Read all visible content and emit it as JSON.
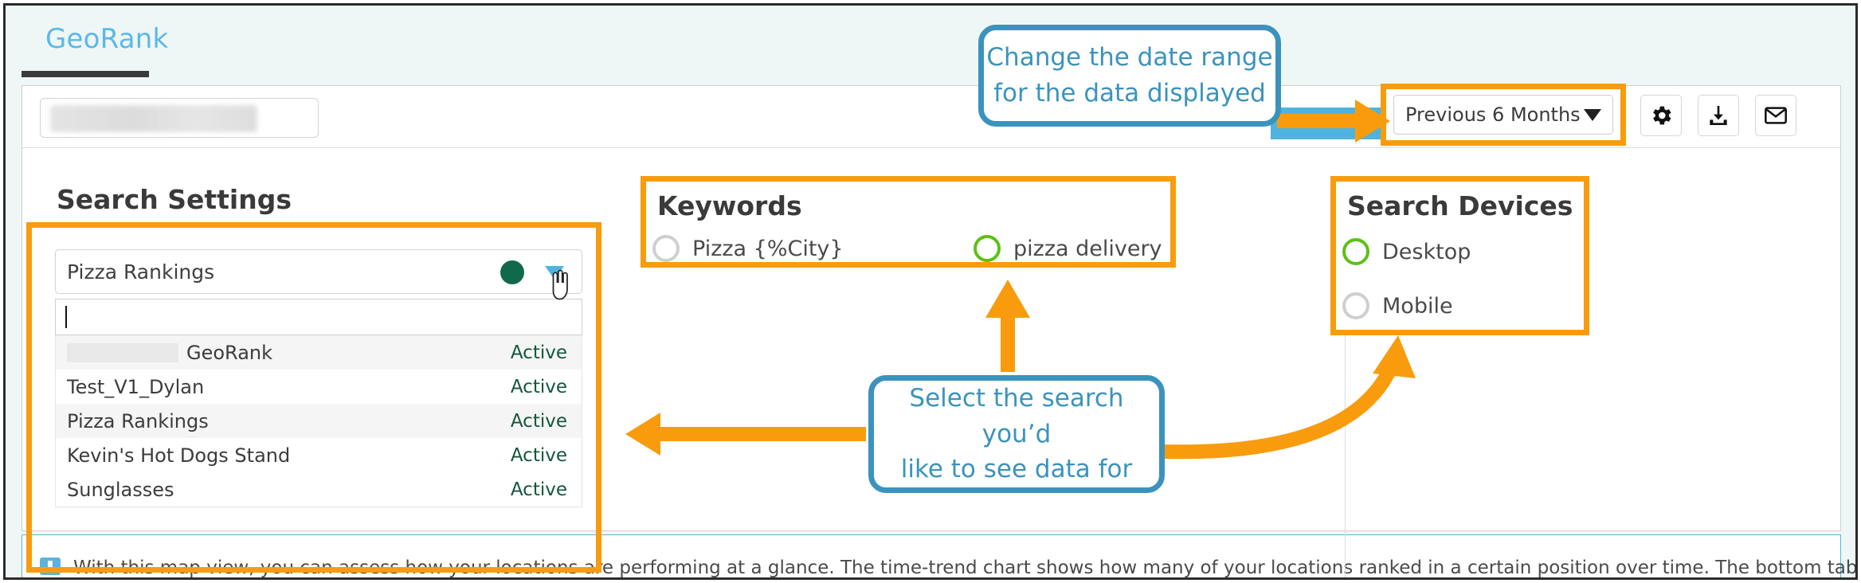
{
  "tab": {
    "label": "GeoRank"
  },
  "toolbar": {
    "search_placeholder": "",
    "date_range": {
      "selected": "Previous 6 Months",
      "caret_icon": "caret-down-icon"
    },
    "buttons": [
      {
        "name": "settings",
        "icon": "gear-icon",
        "label": "Settings"
      },
      {
        "name": "download",
        "icon": "download-icon",
        "label": "Download"
      },
      {
        "name": "email",
        "icon": "envelope-icon",
        "label": "Email"
      }
    ]
  },
  "search_settings": {
    "title": "Search Settings",
    "selected_value": "Pizza Rankings",
    "status_dot_color": "#10694b",
    "caret_icon": "caret-down-icon",
    "filter_input_value": "",
    "options": [
      {
        "label": "",
        "redacted": true,
        "suffix": "GeoRank",
        "status": "Active",
        "highlighted": true
      },
      {
        "label": "Test_V1_Dylan",
        "redacted": false,
        "suffix": "",
        "status": "Active",
        "highlighted": false
      },
      {
        "label": "Pizza Rankings",
        "redacted": false,
        "suffix": "",
        "status": "Active",
        "highlighted": true
      },
      {
        "label": "Kevin's Hot Dogs Stand",
        "redacted": false,
        "suffix": "",
        "status": "Active",
        "highlighted": false
      },
      {
        "label": "Sunglasses",
        "redacted": false,
        "suffix": "",
        "status": "Active",
        "highlighted": false
      }
    ]
  },
  "keywords": {
    "title": "Keywords",
    "items": [
      {
        "label": "Pizza {%City}",
        "selected": false
      },
      {
        "label": "pizza delivery",
        "selected": true
      }
    ]
  },
  "search_devices": {
    "title": "Search Devices",
    "items": [
      {
        "label": "Desktop",
        "selected": true
      },
      {
        "label": "Mobile",
        "selected": false
      }
    ]
  },
  "callouts": [
    {
      "id": "date",
      "line1": "Change the date range",
      "line2": "for the data displayed"
    },
    {
      "id": "search",
      "line1": "Select the search you’d",
      "line2": "like to see data for"
    }
  ],
  "bottom_info": {
    "icon": "info-icon",
    "text": "With this map view, you can assess how your locations are performing at a glance. The time-trend chart shows how many of your locations ranked in a certain position over time. The bottom table"
  },
  "colors": {
    "accent_blue": "#5cb8e8",
    "callout_blue": "#3b93bd",
    "highlight_orange": "#f89c0e",
    "active_green": "#14573b",
    "radio_green": "#5dc017"
  }
}
